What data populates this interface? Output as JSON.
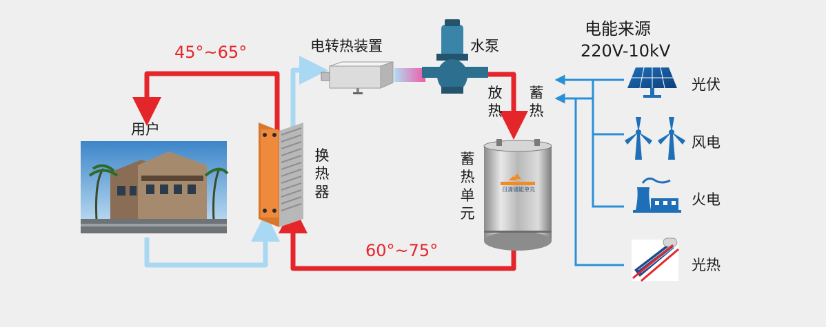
{
  "temperatures": {
    "supply": "45°~65°",
    "return": "60°~75°"
  },
  "labels": {
    "user": "用户",
    "electric_heater": "电转热装置",
    "pump": "水泵",
    "heat_exchanger": "换热器",
    "release_heat": "放热",
    "store_heat": "蓄热",
    "storage_unit": "蓄热单元",
    "tank_badge": "日清储能单元"
  },
  "power": {
    "title": "电能来源",
    "voltage": "220V-10kV",
    "sources": [
      "光伏",
      "风电",
      "火电",
      "光热"
    ]
  },
  "colors": {
    "hot": "#e4262b",
    "cold": "#a9d8f2",
    "power_line": "#2a8fd6",
    "exchanger": "#ef8a3c",
    "pump": "#2c6f8f"
  }
}
